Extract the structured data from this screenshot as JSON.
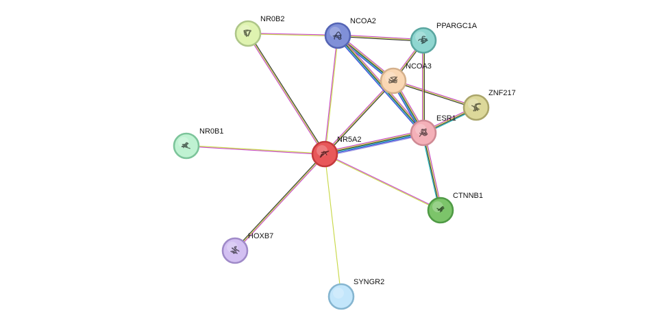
{
  "network": {
    "nodes": [
      {
        "id": "NR5A2",
        "label": "NR5A2",
        "fill": "#e8585a",
        "stroke": "#c43a3c",
        "icon": "protein-structure-icon"
      },
      {
        "id": "NCOA2",
        "label": "NCOA2",
        "fill": "#8090d8",
        "stroke": "#5464b4",
        "icon": "protein-structure-icon"
      },
      {
        "id": "NCOA3",
        "label": "NCOA3",
        "fill": "#fad7b4",
        "stroke": "#d4b08c",
        "icon": "protein-structure-icon"
      },
      {
        "id": "ESR1",
        "label": "ESR1",
        "fill": "#f4b0b8",
        "stroke": "#cf8a94",
        "icon": "protein-structure-icon"
      },
      {
        "id": "NR0B2",
        "label": "NR0B2",
        "fill": "#dff3b0",
        "stroke": "#aec688",
        "icon": "protein-structure-icon"
      },
      {
        "id": "PPARGC1A",
        "label": "PPARGC1A",
        "fill": "#8fd6d0",
        "stroke": "#5aa6a0",
        "icon": "protein-structure-icon"
      },
      {
        "id": "ZNF217",
        "label": "ZNF217",
        "fill": "#dcd89a",
        "stroke": "#aaa56a",
        "icon": "protein-structure-icon"
      },
      {
        "id": "NR0B1",
        "label": "NR0B1",
        "fill": "#bff2d2",
        "stroke": "#7cc49a",
        "icon": "protein-structure-icon"
      },
      {
        "id": "CTNNB1",
        "label": "CTNNB1",
        "fill": "#7cc46a",
        "stroke": "#4f9a45",
        "icon": "protein-structure-icon"
      },
      {
        "id": "HOXB7",
        "label": "HOXB7",
        "fill": "#d3c0f2",
        "stroke": "#9f8ac8",
        "icon": "protein-structure-icon"
      },
      {
        "id": "SYNGR2",
        "label": "SYNGR2",
        "fill": "#c3e6fb",
        "stroke": "#85b5d0",
        "icon": ""
      }
    ],
    "edges": [
      {
        "source": "NR5A2",
        "target": "NCOA2",
        "colors": [
          "#c848c8",
          "#c8d848"
        ]
      },
      {
        "source": "NR5A2",
        "target": "NCOA3",
        "colors": [
          "#c848c8",
          "#c8d848",
          "#333333"
        ]
      },
      {
        "source": "NR5A2",
        "target": "ESR1",
        "colors": [
          "#c848c8",
          "#c8d848",
          "#333333",
          "#20b8b8",
          "#3838d8",
          "#9898e0"
        ]
      },
      {
        "source": "NR5A2",
        "target": "NR0B2",
        "colors": [
          "#c848c8",
          "#c8d848",
          "#333333"
        ]
      },
      {
        "source": "NR5A2",
        "target": "NR0B1",
        "colors": [
          "#c848c8",
          "#c8d848"
        ]
      },
      {
        "source": "NR5A2",
        "target": "CTNNB1",
        "colors": [
          "#c848c8",
          "#c8d848"
        ]
      },
      {
        "source": "NR5A2",
        "target": "HOXB7",
        "colors": [
          "#c848c8",
          "#c8d848",
          "#333333"
        ]
      },
      {
        "source": "NR5A2",
        "target": "SYNGR2",
        "colors": [
          "#c8d848"
        ]
      },
      {
        "source": "NR0B2",
        "target": "NCOA2",
        "colors": [
          "#c848c8",
          "#c8d848"
        ]
      },
      {
        "source": "NCOA2",
        "target": "PPARGC1A",
        "colors": [
          "#c848c8",
          "#c8d848",
          "#333333"
        ]
      },
      {
        "source": "NCOA2",
        "target": "NCOA3",
        "colors": [
          "#c848c8",
          "#c8d848",
          "#333333",
          "#20b8b8",
          "#3838d8"
        ]
      },
      {
        "source": "NCOA2",
        "target": "ESR1",
        "colors": [
          "#c848c8",
          "#c8d848",
          "#333333",
          "#20b8b8",
          "#3838d8"
        ]
      },
      {
        "source": "NCOA3",
        "target": "PPARGC1A",
        "colors": [
          "#c848c8",
          "#c8d848",
          "#333333"
        ]
      },
      {
        "source": "NCOA3",
        "target": "ESR1",
        "colors": [
          "#c848c8",
          "#c8d848",
          "#333333",
          "#20b8b8",
          "#3838d8"
        ]
      },
      {
        "source": "NCOA3",
        "target": "ZNF217",
        "colors": [
          "#c848c8",
          "#c8d848",
          "#333333"
        ]
      },
      {
        "source": "ESR1",
        "target": "PPARGC1A",
        "colors": [
          "#c848c8",
          "#c8d848",
          "#333333"
        ]
      },
      {
        "source": "ESR1",
        "target": "ZNF217",
        "colors": [
          "#c848c8",
          "#c8d848",
          "#333333",
          "#20b8b8"
        ]
      },
      {
        "source": "ESR1",
        "target": "CTNNB1",
        "colors": [
          "#c848c8",
          "#c8d848",
          "#333333",
          "#20b8b8"
        ]
      }
    ]
  }
}
